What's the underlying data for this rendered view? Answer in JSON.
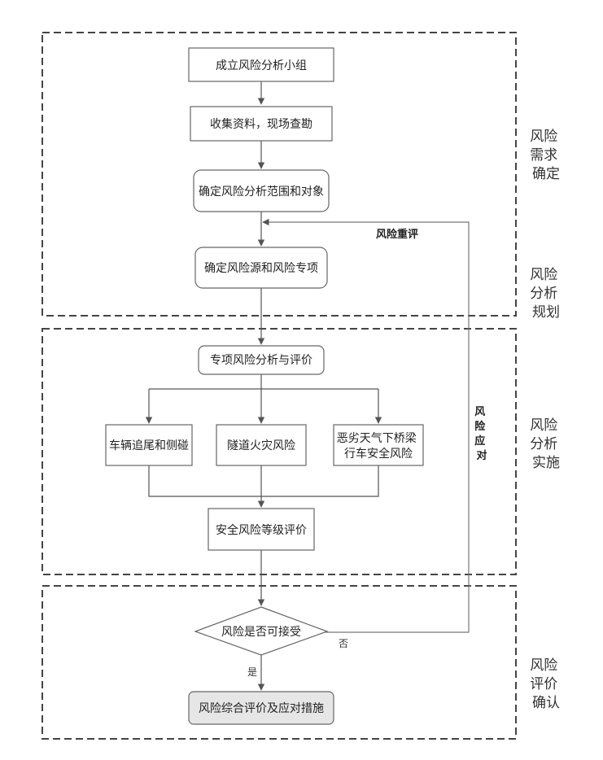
{
  "phases": {
    "demand": [
      "风险",
      "需求",
      "确定"
    ],
    "planning": [
      "风险",
      "分析",
      "规划"
    ],
    "implementation": [
      "风险",
      "分析",
      "实施"
    ],
    "confirmation": [
      "风险",
      "评价",
      "确认"
    ]
  },
  "nodes": {
    "form_team": "成立风险分析小组",
    "collect_data": "收集资料，现场查勘",
    "define_scope": "确定风险分析范围和对象",
    "identify_sources": "确定风险源和风险专项",
    "special_analysis": "专项风险分析与评价",
    "collision": "车辆追尾和侧碰",
    "tunnel_fire": "隧道火灾风险",
    "bridge_weather": [
      "恶劣天气下桥梁",
      "行车安全风险"
    ],
    "safety_grade": "安全风险等级评价",
    "acceptable": "风险是否可接受",
    "comprehensive": "风险综合评价及应对措施"
  },
  "edge_labels": {
    "reassess": "风险重评",
    "response": [
      "风",
      "险",
      "应",
      "对"
    ],
    "no": "否",
    "yes": "是"
  }
}
